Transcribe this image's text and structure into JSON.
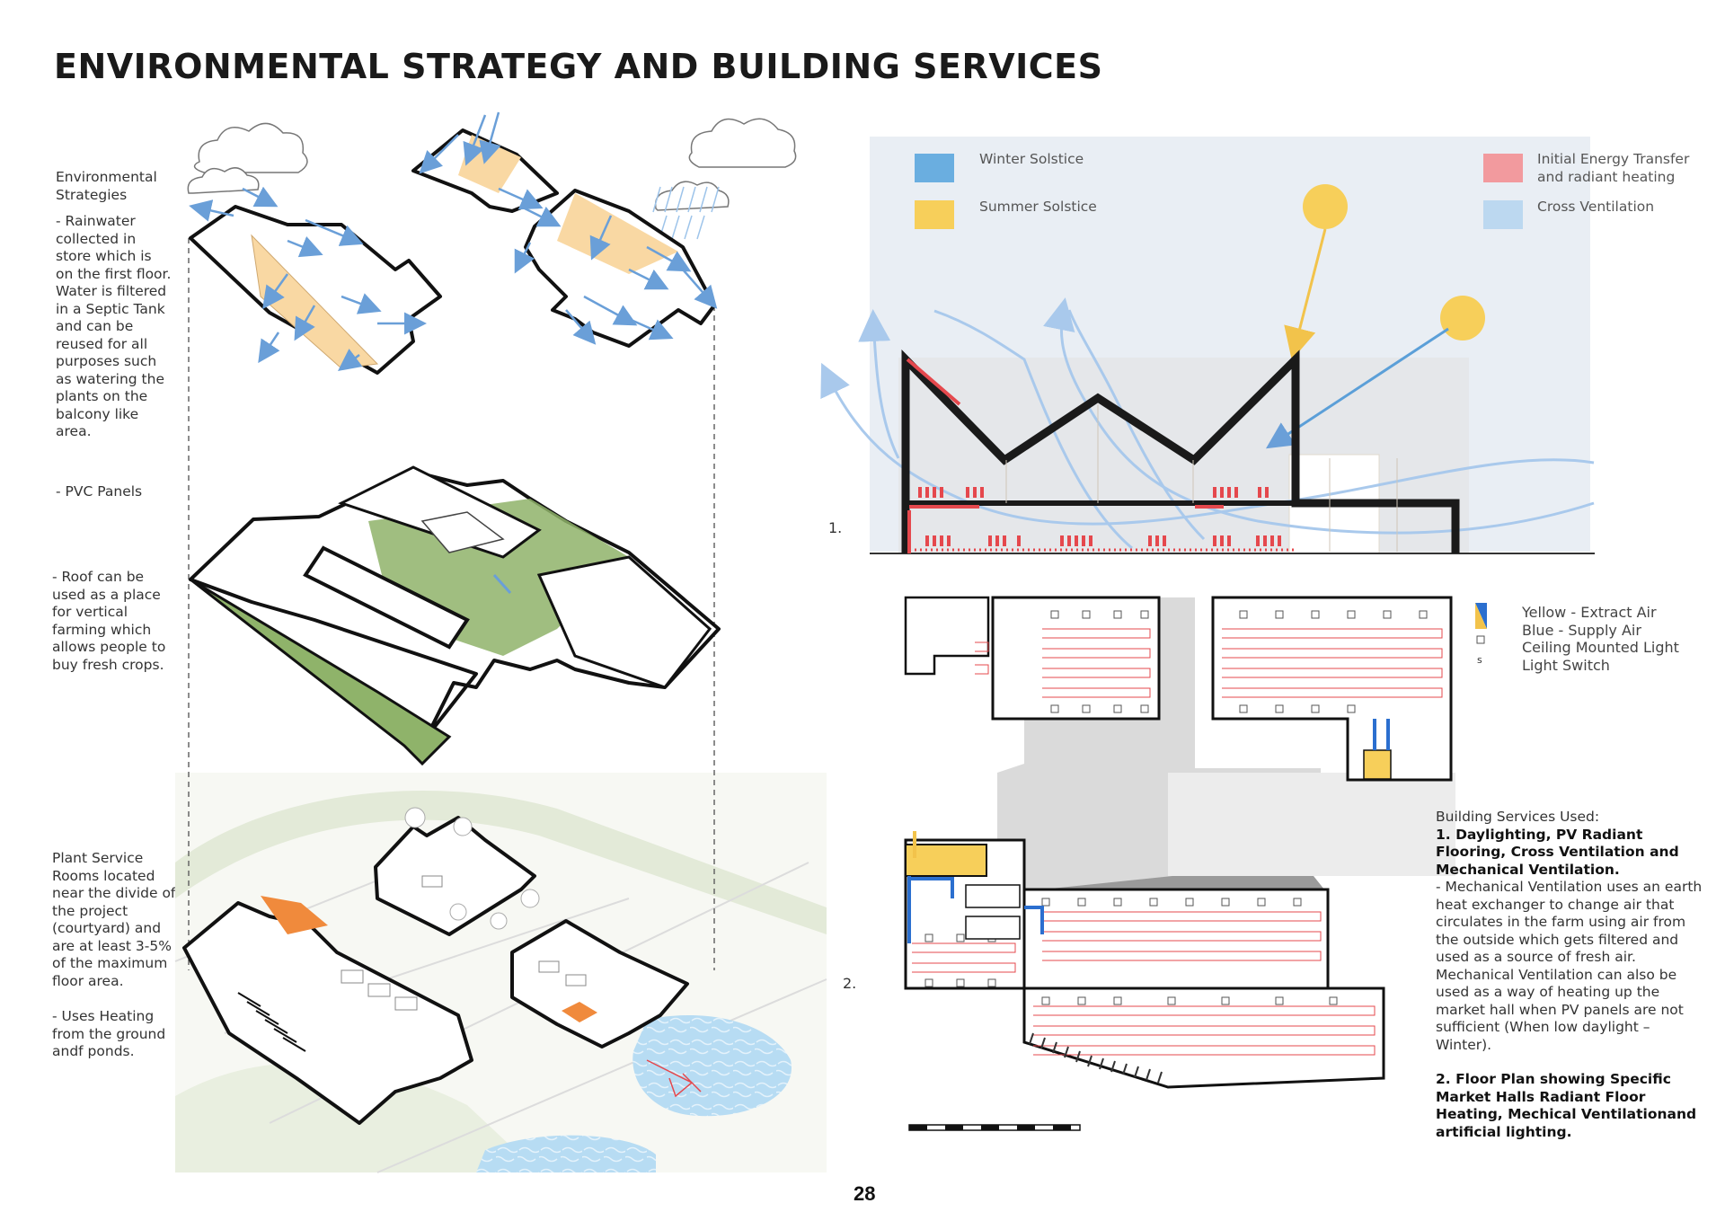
{
  "page": {
    "title": "ENVIRONMENTAL STRATEGY AND BUILDING SERVICES",
    "page_number": "28"
  },
  "left_notes": {
    "heading": "Environmental Strategies",
    "rainwater": "- Rainwater collected in store which is on the first floor. Water is filtered in a Septic Tank and can be reused for all purposes such as watering the plants on the balcony like area.",
    "pvc": "- PVC Panels",
    "roof": "- Roof can be used as a place for vertical farming which allows people to buy fresh crops.",
    "plant": "Plant Service Rooms located near the divide of the project (courtyard) and are at least 3-5% of the maximum floor area.",
    "heating": "- Uses Heating from the ground andf ponds."
  },
  "section_legend": {
    "winter": {
      "label": "Winter Solstice",
      "color": "#6aaee0"
    },
    "summer": {
      "label": "Summer Solstice",
      "color": "#f7cf5a"
    },
    "energy": {
      "label": "Initial Energy Transfer and radiant heating",
      "color": "#f29a9e"
    },
    "cross": {
      "label": "Cross Ventilation",
      "color": "#bcd8f0"
    }
  },
  "diagram_labels": {
    "one": "1.",
    "two": "2."
  },
  "plan_key": {
    "extract": "Yellow - Extract Air",
    "supply": "Blue - Supply Air",
    "light": "Ceiling Mounted Light",
    "switch": "Light Switch",
    "switch_symbol": "s"
  },
  "services": {
    "heading": "Building Services Used:",
    "item1_title": "1. Daylighting, PV Radiant Flooring, Cross Ventilation and Mechanical Ventilation.",
    "item1_body": "- Mechanical Ventilation uses an earth heat exchanger to change air that circulates in the farm using air from the outside which gets filtered and used as a source of fresh air. Mechanical Ventilation can also be used as a way of heating up the market hall when PV panels are not sufficient (When low daylight – Winter).",
    "item2_title": "2. Floor Plan showing Specific Market Halls Radiant Floor Heating, Mechical Ventilationand artificial lighting."
  },
  "colors": {
    "sun": "#f7cf5a",
    "wind": "#6a9fd8",
    "green_roof": "#8fb36a",
    "orange_room": "#f08a3c",
    "pond": "#b7dcf3",
    "radiant": "#e5484d"
  }
}
